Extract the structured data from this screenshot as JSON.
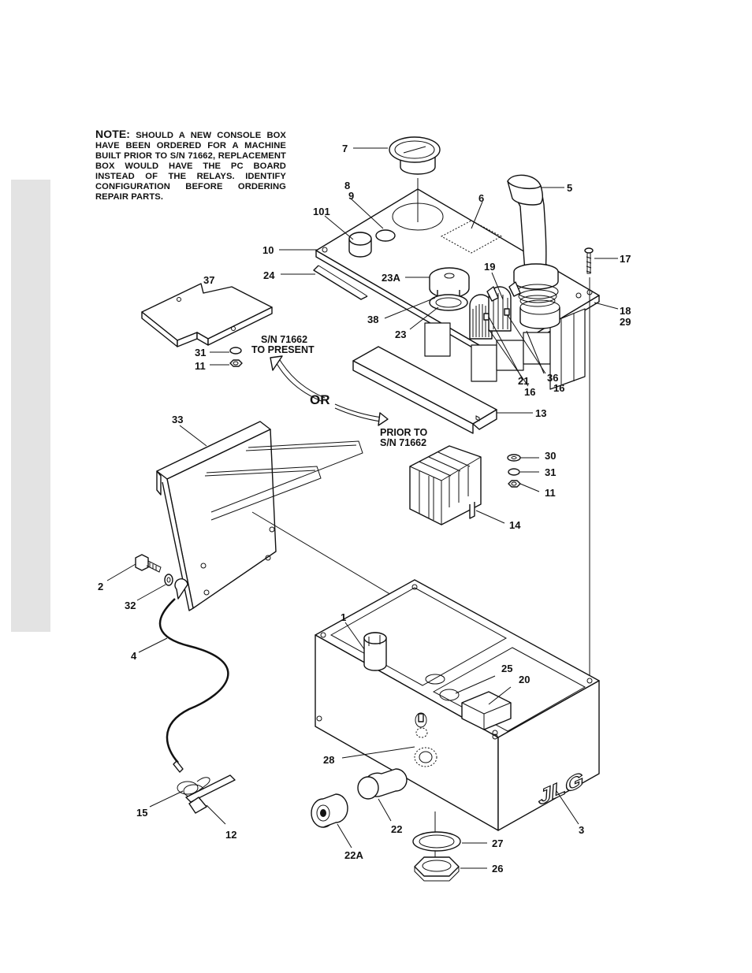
{
  "note": {
    "lead": "NOTE:",
    "text": "SHOULD A NEW CONSOLE BOX HAVE BEEN ORDERED FOR A MACHINE BUILT PRIOR TO S/N 71662, REPLACEMENT BOX WOULD HAVE THE PC BOARD INSTEAD OF THE RELAYS. IDENTIFY CONFIGURATION BEFORE ORDERING REPAIR PARTS."
  },
  "captions": {
    "present_line1": "S/N 71662",
    "present_line2": "TO PRESENT",
    "or": "OR",
    "prior_line1": "PRIOR TO",
    "prior_line2": "S/N 71662"
  },
  "logo_text": "JLG",
  "callouts": {
    "c7": "7",
    "c5": "5",
    "c8": "8",
    "c9": "9",
    "c6": "6",
    "c101": "101",
    "c10": "10",
    "c17": "17",
    "c37": "37",
    "c24": "24",
    "c23a": "23A",
    "c19": "19",
    "c18": "18",
    "c29": "29",
    "c38": "38",
    "c23": "23",
    "c31a": "31",
    "c11a": "11",
    "c36": "36",
    "c21": "21",
    "c16a": "16",
    "c16b": "16",
    "c13": "13",
    "c33": "33",
    "c30": "30",
    "c31b": "31",
    "c11b": "11",
    "c14": "14",
    "c2": "2",
    "c32": "32",
    "c1": "1",
    "c4": "4",
    "c25": "25",
    "c20": "20",
    "c28": "28",
    "c15": "15",
    "c12": "12",
    "c22": "22",
    "c3": "3",
    "c22a": "22A",
    "c27": "27",
    "c26": "26"
  }
}
